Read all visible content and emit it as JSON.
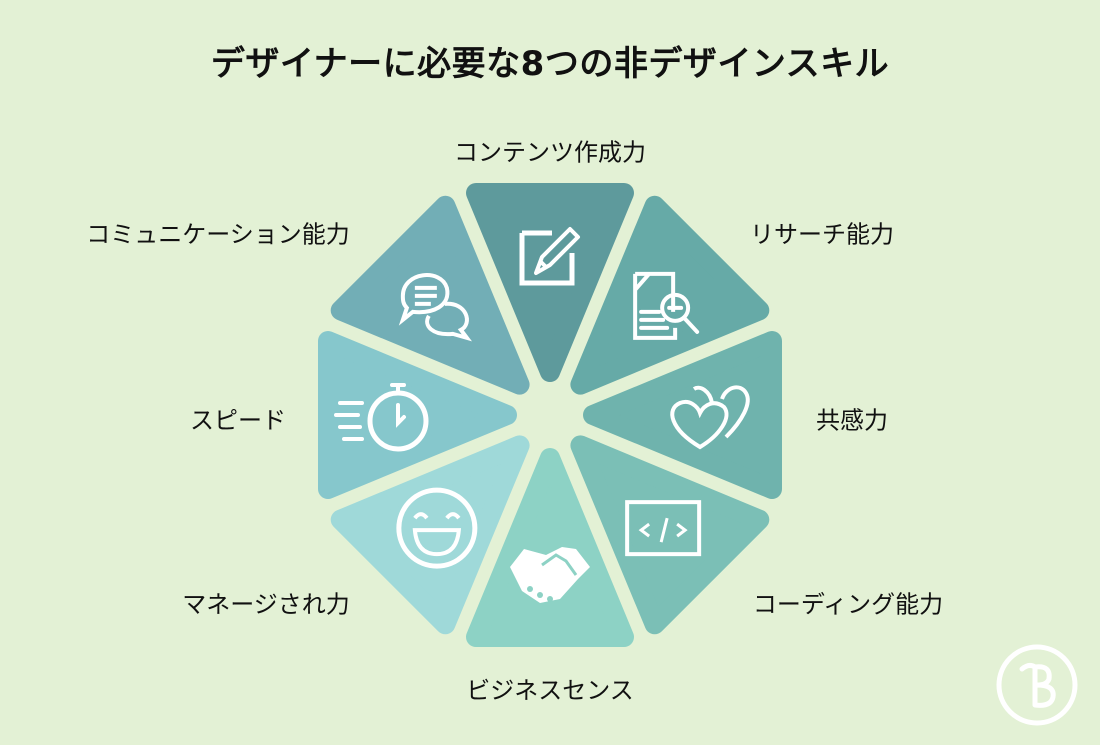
{
  "title": "デザイナーに必要な8つの非デザインスキル",
  "colors": {
    "background": "#e3f1d5"
  },
  "skills": [
    {
      "label": "コンテンツ作成力",
      "icon": "pencil-note-icon",
      "color": "#5e9a9c"
    },
    {
      "label": "リサーチ能力",
      "icon": "document-search-icon",
      "color": "#66aaa7"
    },
    {
      "label": "共感力",
      "icon": "hearts-icon",
      "color": "#6fb3ad"
    },
    {
      "label": "コーディング能力",
      "icon": "code-icon",
      "color": "#7bbfb6"
    },
    {
      "label": "ビジネスセンス",
      "icon": "handshake-icon",
      "color": "#8dd2c5"
    },
    {
      "label": "マネージされ力",
      "icon": "smile-icon",
      "color": "#9fd9d9"
    },
    {
      "label": "スピード",
      "icon": "stopwatch-icon",
      "color": "#86c7cc"
    },
    {
      "label": "コミュニケーション能力",
      "icon": "chat-bubbles-icon",
      "color": "#72aeb6"
    }
  ],
  "logo": {
    "letter": "B"
  }
}
